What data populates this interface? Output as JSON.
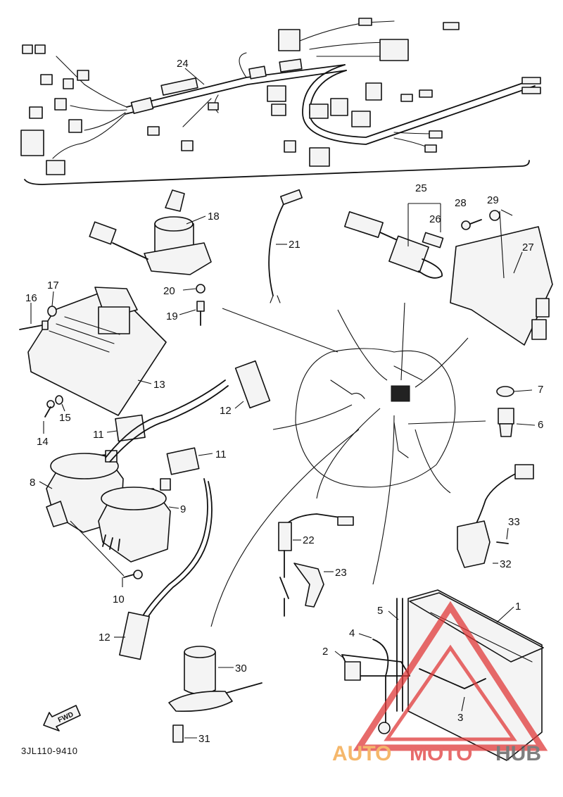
{
  "diagram": {
    "drawing_code": "3JL110-9410",
    "fwd_label": "FWD",
    "callouts": {
      "c1": "1",
      "c2": "2",
      "c3": "3",
      "c4": "4",
      "c5": "5",
      "c6": "6",
      "c7": "7",
      "c8": "8",
      "c9": "9",
      "c10": "10",
      "c11a": "11",
      "c11b": "11",
      "c12a": "12",
      "c12b": "12",
      "c13": "13",
      "c14": "14",
      "c15": "15",
      "c16": "16",
      "c17": "17",
      "c18": "18",
      "c19": "19",
      "c20": "20",
      "c21": "21",
      "c22": "22",
      "c23": "23",
      "c24": "24",
      "c25": "25",
      "c26": "26",
      "c27": "27",
      "c28": "28",
      "c29": "29",
      "c30": "30",
      "c31": "31",
      "c32": "32",
      "c33": "33"
    }
  },
  "watermark": {
    "text_part1": "AUTO",
    "text_part2": "MOTO",
    "text_part3": "HUB",
    "color_orange": "#f2a03a",
    "color_red": "#e03a3a",
    "color_dark": "#555555"
  }
}
